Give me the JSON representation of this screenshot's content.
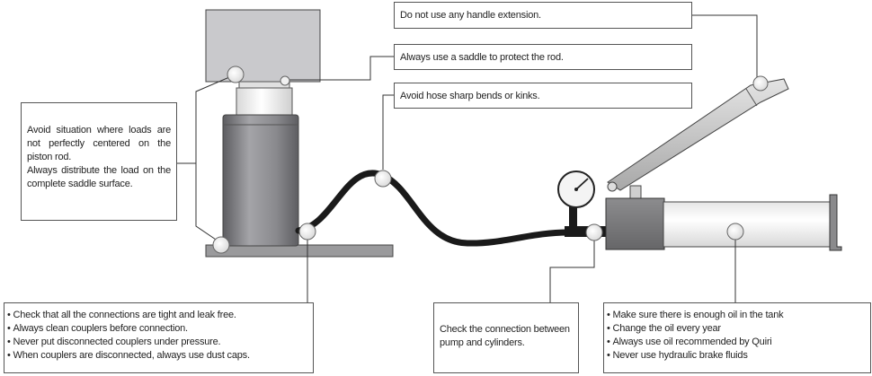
{
  "notes": {
    "handle": "Do not use any handle extension.",
    "saddle": "Always use a saddle to protect the rod.",
    "hose": "Avoid hose sharp bends or kinks.",
    "load": [
      "Avoid situation where loads are not perfectly centered on the piston rod.",
      "Always distribute the load on the complete saddle surface."
    ],
    "couplers": [
      "Check that all the connections are tight and leak free.",
      "Always clean couplers before connection.",
      "Never put disconnected couplers under pressure.",
      "When couplers are disconnected, always use dust caps."
    ],
    "connection": "Check the connection between pump and cylinders.",
    "oil": [
      "Make sure there is enough oil in the tank",
      "Change the oil every year",
      "Always use oil recommended by Quiri",
      "Never use hydraulic brake fluids"
    ]
  },
  "colors": {
    "load_block": "#c9c9cc",
    "cylinder": "#8a8a8e",
    "hose": "#1a1a1a",
    "pump_body": "#777779",
    "tank": "#f2f2f2"
  }
}
